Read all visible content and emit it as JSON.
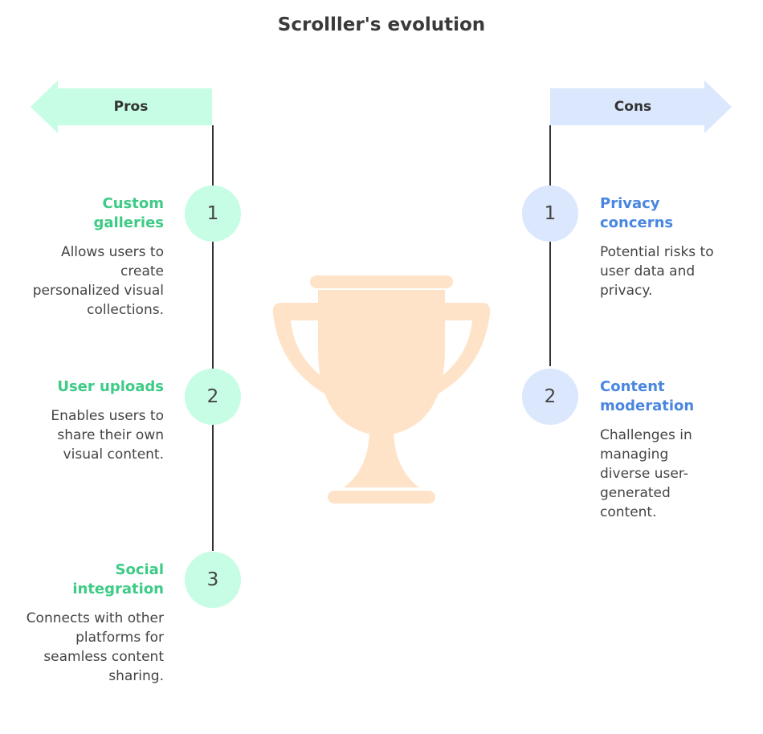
{
  "title": "Scrolller's evolution",
  "colors": {
    "pros_fill": "#c7fde4",
    "cons_fill": "#dbe7fd",
    "pros_text": "#3dcb86",
    "cons_text": "#4a86e0",
    "trophy": "#ffe3c8"
  },
  "pros": {
    "label": "Pros",
    "items": [
      {
        "number": "1",
        "heading": "Custom galleries",
        "description": "Allows users to create personalized visual collections."
      },
      {
        "number": "2",
        "heading": "User uploads",
        "description": "Enables users to share their own visual content."
      },
      {
        "number": "3",
        "heading": "Social integration",
        "description": "Connects with other platforms for seamless content sharing."
      }
    ]
  },
  "cons": {
    "label": "Cons",
    "items": [
      {
        "number": "1",
        "heading": "Privacy concerns",
        "description": "Potential risks to user data and privacy."
      },
      {
        "number": "2",
        "heading": "Content moderation",
        "description": "Challenges in managing diverse user-generated content."
      }
    ]
  },
  "icons": {
    "trophy": "trophy-icon",
    "pros_arrow": "arrow-left-icon",
    "cons_arrow": "arrow-right-icon"
  }
}
